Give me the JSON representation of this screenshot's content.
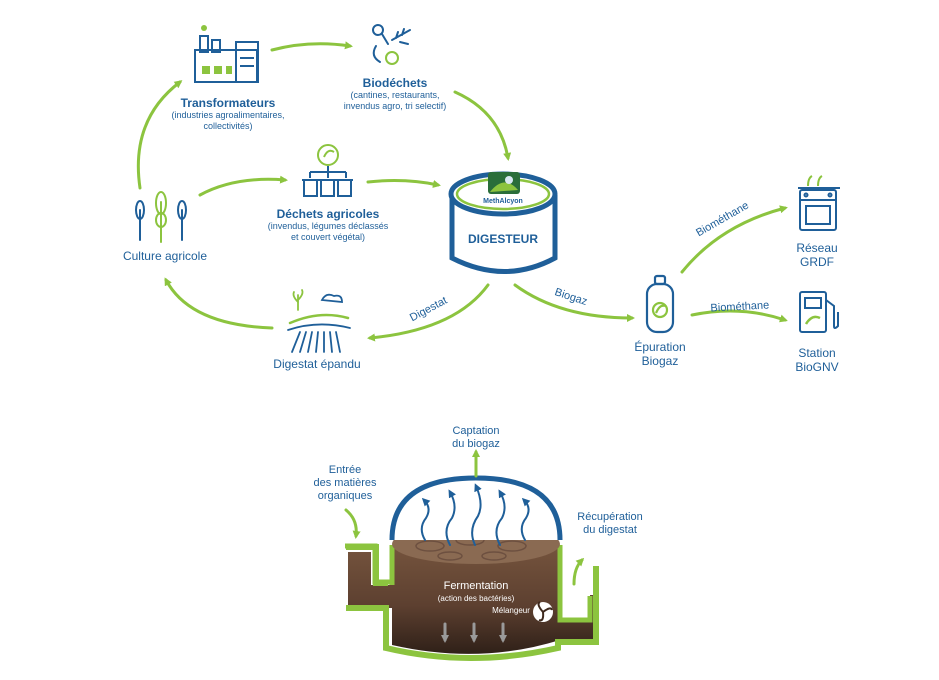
{
  "cycle": {
    "transformateurs": {
      "title": "Transformateurs",
      "sub1": "(industries agroalimentaires,",
      "sub2": "collectivités)"
    },
    "biodechets": {
      "title": "Biodéchets",
      "sub1": "(cantines, restaurants,",
      "sub2": "invendus agro, tri selectif)"
    },
    "culture": {
      "title": "Culture agricole"
    },
    "dechets": {
      "title": "Déchets agricoles",
      "sub1": "(invendus, légumes déclassés",
      "sub2": "et couvert végétal)"
    },
    "digesteur": {
      "title": "DIGESTEUR",
      "logo": "MethAlcyon"
    },
    "digestat_epandu": {
      "title": "Digestat épandu"
    },
    "arrow_digestat": "Digestat",
    "arrow_biogaz": "Biogaz",
    "arrow_biomethane_1": "Biométhane",
    "arrow_biomethane_2": "Biométhane",
    "epuration": {
      "line1": "Épuration",
      "line2": "Biogaz"
    },
    "reseau": {
      "line1": "Réseau",
      "line2": "GRDF"
    },
    "station": {
      "line1": "Station",
      "line2": "BioGNV"
    }
  },
  "tank": {
    "captation": {
      "line1": "Captation",
      "line2": "du biogaz"
    },
    "entree": {
      "line1": "Entrée",
      "line2": "des matières",
      "line3": "organiques"
    },
    "recuperation": {
      "line1": "Récupération",
      "line2": "du digestat"
    },
    "fermentation": {
      "title": "Fermentation",
      "sub": "(action des bactéries)"
    },
    "melangeur": "Mélangeur"
  },
  "colors": {
    "green": "#8cc43f",
    "blue": "#1f5f99",
    "brown": "#6b4a35",
    "dark_brown": "#3f2a1e"
  }
}
